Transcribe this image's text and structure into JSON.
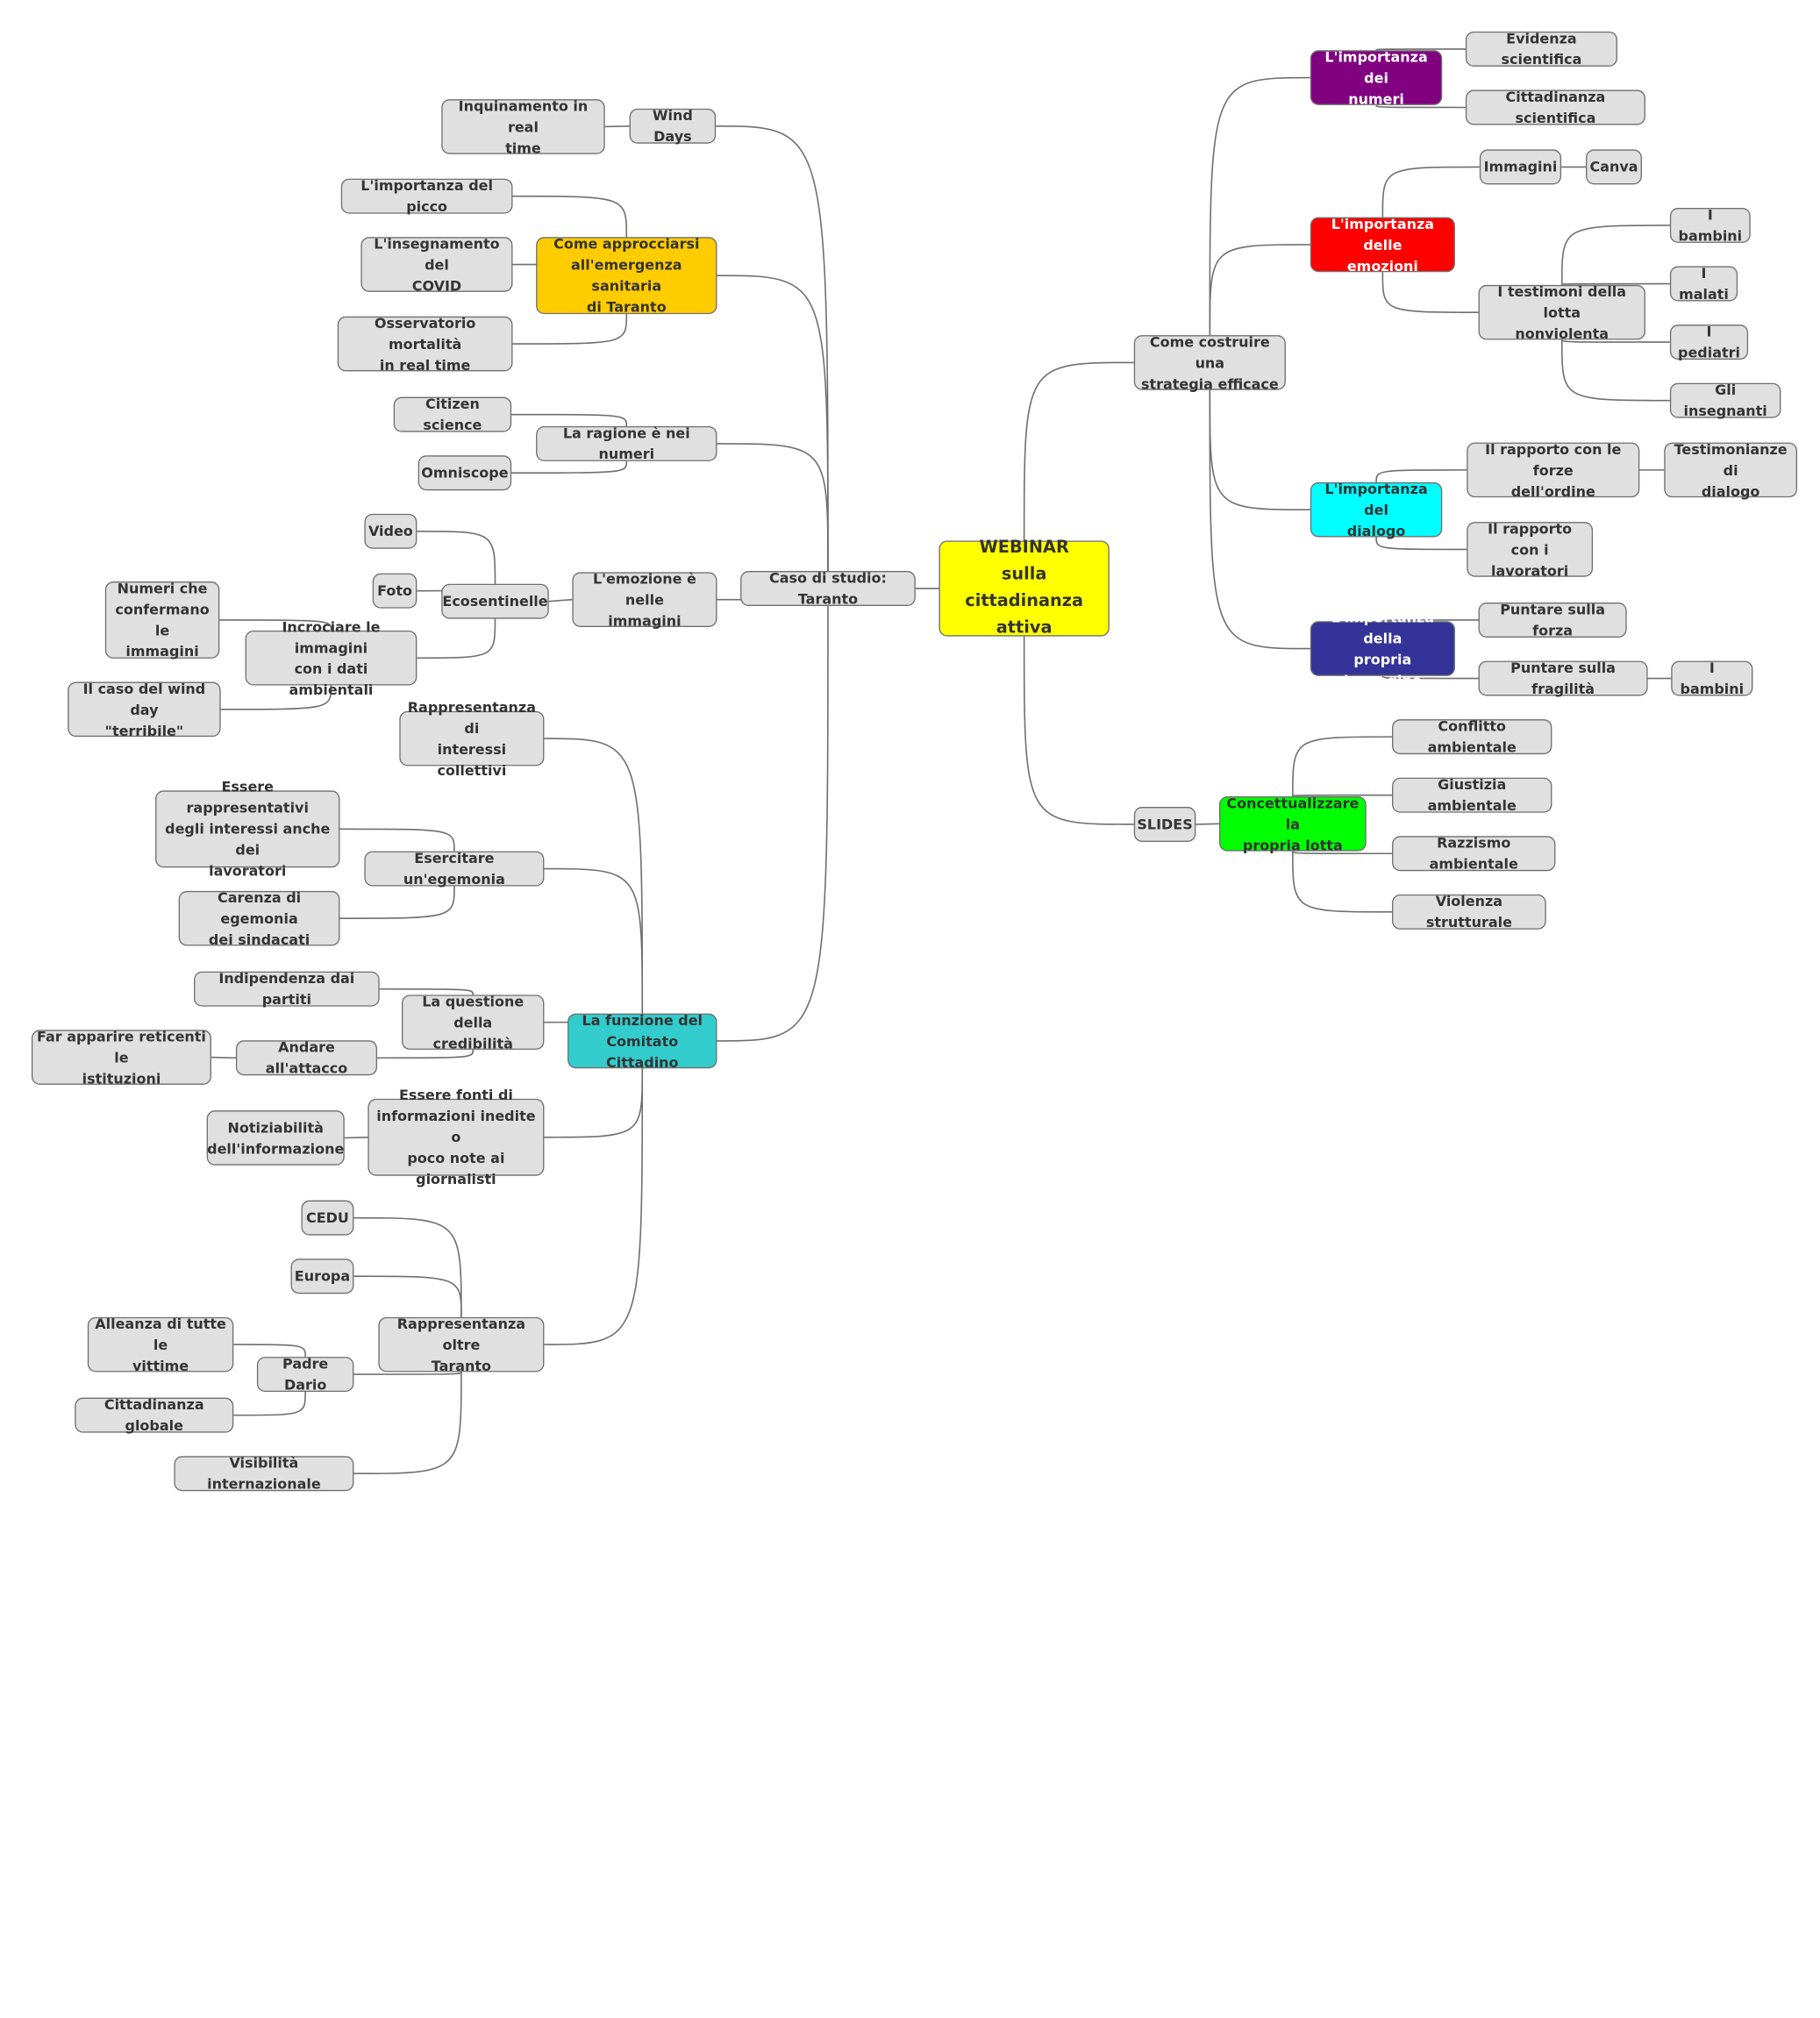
{
  "mindmap": {
    "root": "WEBINAR\nsulla cittadinanza\nattiva",
    "nodes": {
      "windDays": "Wind Days",
      "inquinamento": "Inquinamento in real\ntime",
      "picco": "L'importanza del picco",
      "emergenza": "Come approcciarsi\nall'emergenza sanitaria\ndi Taranto",
      "covid": "L'insegnamento del\nCOVID",
      "osservatorio": "Osservatorio mortalità\nin real time",
      "citizen": "Citizen science",
      "ragione": "La ragione è nei numeri",
      "omniscope": "Omniscope",
      "video": "Video",
      "foto": "Foto",
      "ecosentinelle": "Ecosentinelle",
      "emozione": "L'emozione è nelle\nimmagini",
      "numeriConf": "Numeri che\nconfermano le\nimmagini",
      "incrociare": "Incrociare le immagini\ncon i dati ambientali",
      "windDayTerribile": "Il caso del wind day\n\"terribile\"",
      "caso": "Caso di studio: Taranto",
      "rappInteressi": "Rappresentanza di\ninteressi collettivi",
      "essereRapp": "Essere rappresentativi\ndegli interessi anche dei\nlavoratori",
      "egemonia": "Esercitare un'egemonia",
      "carenza": "Carenza di egemonia\ndei sindacati",
      "indipendenza": "Indipendenza dai partiti",
      "credibilita": "La questione della\ncredibilità",
      "attacco": "Andare all'attacco",
      "reticenti": "Far apparire reticenti le\nistituzioni",
      "funzione": "La funzione del\nComitato Cittadino",
      "notiziabilita": "Notiziabilità\ndell'informazione",
      "fonti": "Essere fonti di\ninformazioni inedite o\npoco note ai giornalisti",
      "cedu": "CEDU",
      "europa": "Europa",
      "alleanza": "Alleanza di tutte le\nvittime",
      "padreDario": "Padre Dario",
      "rappTaranto": "Rappresentanza oltre\nTaranto",
      "cittGlobale": "Cittadinanza globale",
      "visibilita": "Visibilità internazionale",
      "strategia": "Come costruire una\nstrategia efficace",
      "impNumeri": "L'importanza dei\nnumeri",
      "evidenza": "Evidenza scientifica",
      "cittScientifica": "Cittadinanza scientifica",
      "impEmozioni": "L'importanza delle\nemozioni",
      "immagini": "Immagini",
      "canva": "Canva",
      "testimoni": "I testimoni della lotta\nnonviolenta",
      "bambini1": "I bambini",
      "malati": "I malati",
      "pediatri": "I pediatri",
      "insegnanti": "Gli insegnanti",
      "impDialogo": "L'importanza del\ndialogo",
      "forzeOrdine": "Il rapporto con le forze\ndell'ordine",
      "testimonianze": "Testimonianze di\ndialogo",
      "lavoratori": "Il rapporto con i\nlavoratori",
      "impImmagine": "L'importanza della\npropria immagine",
      "forza": "Puntare sulla forza",
      "fragilita": "Puntare sulla fragilità",
      "bambini2": "I bambini",
      "slides": "SLIDES",
      "concettualizzare": "Concettualizzare la\npropria lotta",
      "conflitto": "Conflitto ambientale",
      "giustizia": "Giustizia ambientale",
      "razzismo": "Razzismo ambientale",
      "violenza": "Violenza strutturale"
    },
    "colors": {
      "default": "#e0e0e0",
      "line": "#6f6f6f",
      "root": "#ffff00",
      "emergenza": "#ffcc00",
      "funzione": "#33cccc",
      "impNumeri": "#800080",
      "impEmozioni": "#ff0000",
      "impDialogo": "#00ffff",
      "impImmagine": "#333399",
      "concettualizzare": "#00ff00"
    }
  }
}
